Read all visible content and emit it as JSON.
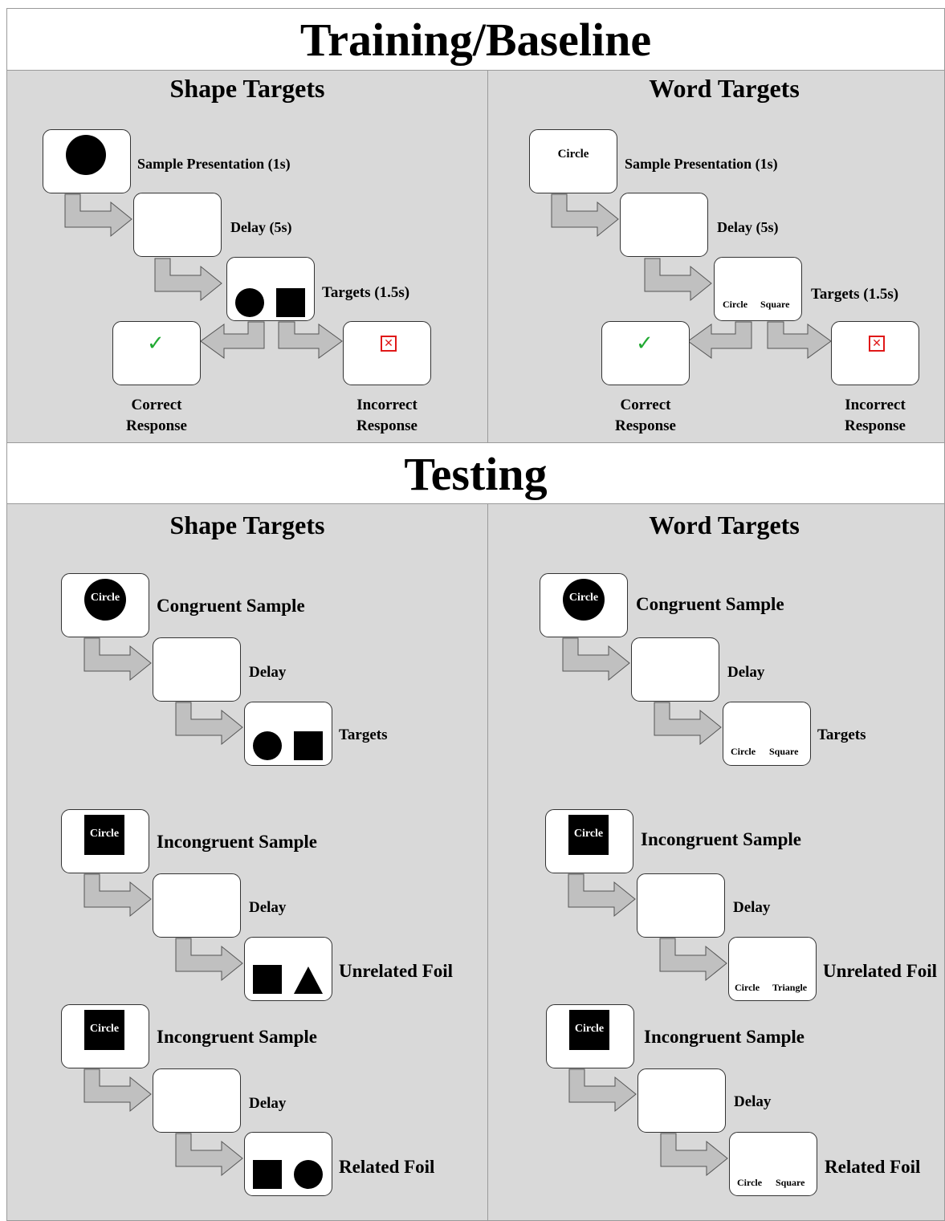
{
  "training": {
    "header": "Training/Baseline",
    "shape": {
      "title": "Shape Targets",
      "sample_label": "Sample Presentation (1s)",
      "delay_label": "Delay (5s)",
      "targets_label": "Targets (1.5s)",
      "correct_line1": "Correct",
      "correct_line2": "Response",
      "incorrect_line1": "Incorrect",
      "incorrect_line2": "Response"
    },
    "word": {
      "title": "Word Targets",
      "sample_word": "Circle",
      "sample_label": "Sample Presentation (1s)",
      "delay_label": "Delay (5s)",
      "target_left": "Circle",
      "target_right": "Square",
      "targets_label": "Targets (1.5s)",
      "correct_line1": "Correct",
      "correct_line2": "Response",
      "incorrect_line1": "Incorrect",
      "incorrect_line2": "Response"
    }
  },
  "testing": {
    "header": "Testing",
    "shape": {
      "title": "Shape Targets",
      "congruent": {
        "sample_word": "Circle",
        "sample_label": "Congruent Sample",
        "delay_label": "Delay",
        "targets_label": "Targets"
      },
      "incongruent1": {
        "sample_word": "Circle",
        "sample_label": "Incongruent Sample",
        "delay_label": "Delay",
        "targets_label": "Unrelated Foil"
      },
      "incongruent2": {
        "sample_word": "Circle",
        "sample_label": "Incongruent Sample",
        "delay_label": "Delay",
        "targets_label": "Related Foil"
      }
    },
    "word": {
      "title": "Word Targets",
      "congruent": {
        "sample_word": "Circle",
        "sample_label": "Congruent Sample",
        "delay_label": "Delay",
        "target_left": "Circle",
        "target_right": "Square",
        "targets_label": "Targets"
      },
      "incongruent1": {
        "sample_word": "Circle",
        "sample_label": "Incongruent Sample",
        "delay_label": "Delay",
        "target_left": "Circle",
        "target_right": "Triangle",
        "targets_label": "Unrelated Foil"
      },
      "incongruent2": {
        "sample_word": "Circle",
        "sample_label": "Incongruent Sample",
        "delay_label": "Delay",
        "target_left": "Circle",
        "target_right": "Square",
        "targets_label": "Related Foil"
      }
    }
  },
  "colors": {
    "panel_bg": "#d9d9d9",
    "arrow_fill": "#c0c0c0",
    "check": "#22aa33",
    "cross": "#e01818"
  }
}
